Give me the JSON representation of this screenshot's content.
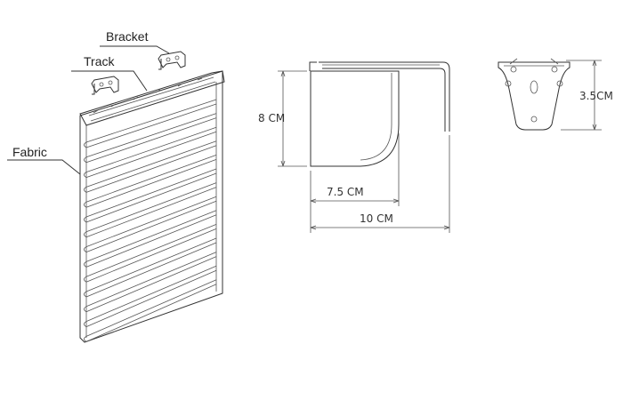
{
  "labels": {
    "bracket": "Bracket",
    "track": "Track",
    "fabric": "Fabric"
  },
  "dimensions": {
    "height": "8 CM",
    "inner_depth": "7.5 CM",
    "total_depth": "10 CM",
    "bracket_height": "3.5CM"
  },
  "colors": {
    "line": "#333333",
    "background": "#ffffff"
  }
}
